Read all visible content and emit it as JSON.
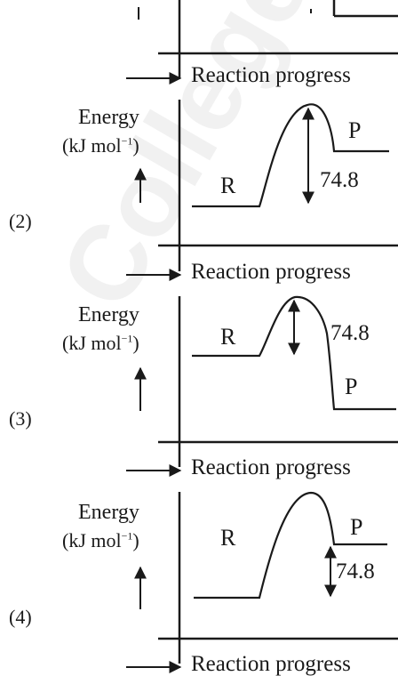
{
  "options": [
    {
      "number": "(2)",
      "y_axis_label": "Energy",
      "y_axis_unit": "(kJ mol",
      "unit_exponent": "−1",
      "unit_close": ")",
      "x_axis_label": "Reaction progress",
      "reactant_label": "R",
      "product_label": "P",
      "value_label": "74.8"
    },
    {
      "number": "(3)",
      "y_axis_label": "Energy",
      "y_axis_unit": "(kJ mol",
      "unit_exponent": "−1",
      "unit_close": ")",
      "x_axis_label": "Reaction progress",
      "reactant_label": "R",
      "product_label": "P",
      "value_label": "74.8"
    },
    {
      "number": "(4)",
      "y_axis_label": "Energy",
      "y_axis_unit": "(kJ mol",
      "unit_exponent": "−1",
      "unit_close": ")",
      "x_axis_label": "Reaction progress",
      "reactant_label": "R",
      "product_label": "P",
      "value_label": "74.8"
    }
  ],
  "top_partial": {
    "x_axis_label": "Reaction progress"
  },
  "watermark": "College",
  "colors": {
    "ink": "#1a1a1a",
    "watermark": "#e6e6e6"
  }
}
